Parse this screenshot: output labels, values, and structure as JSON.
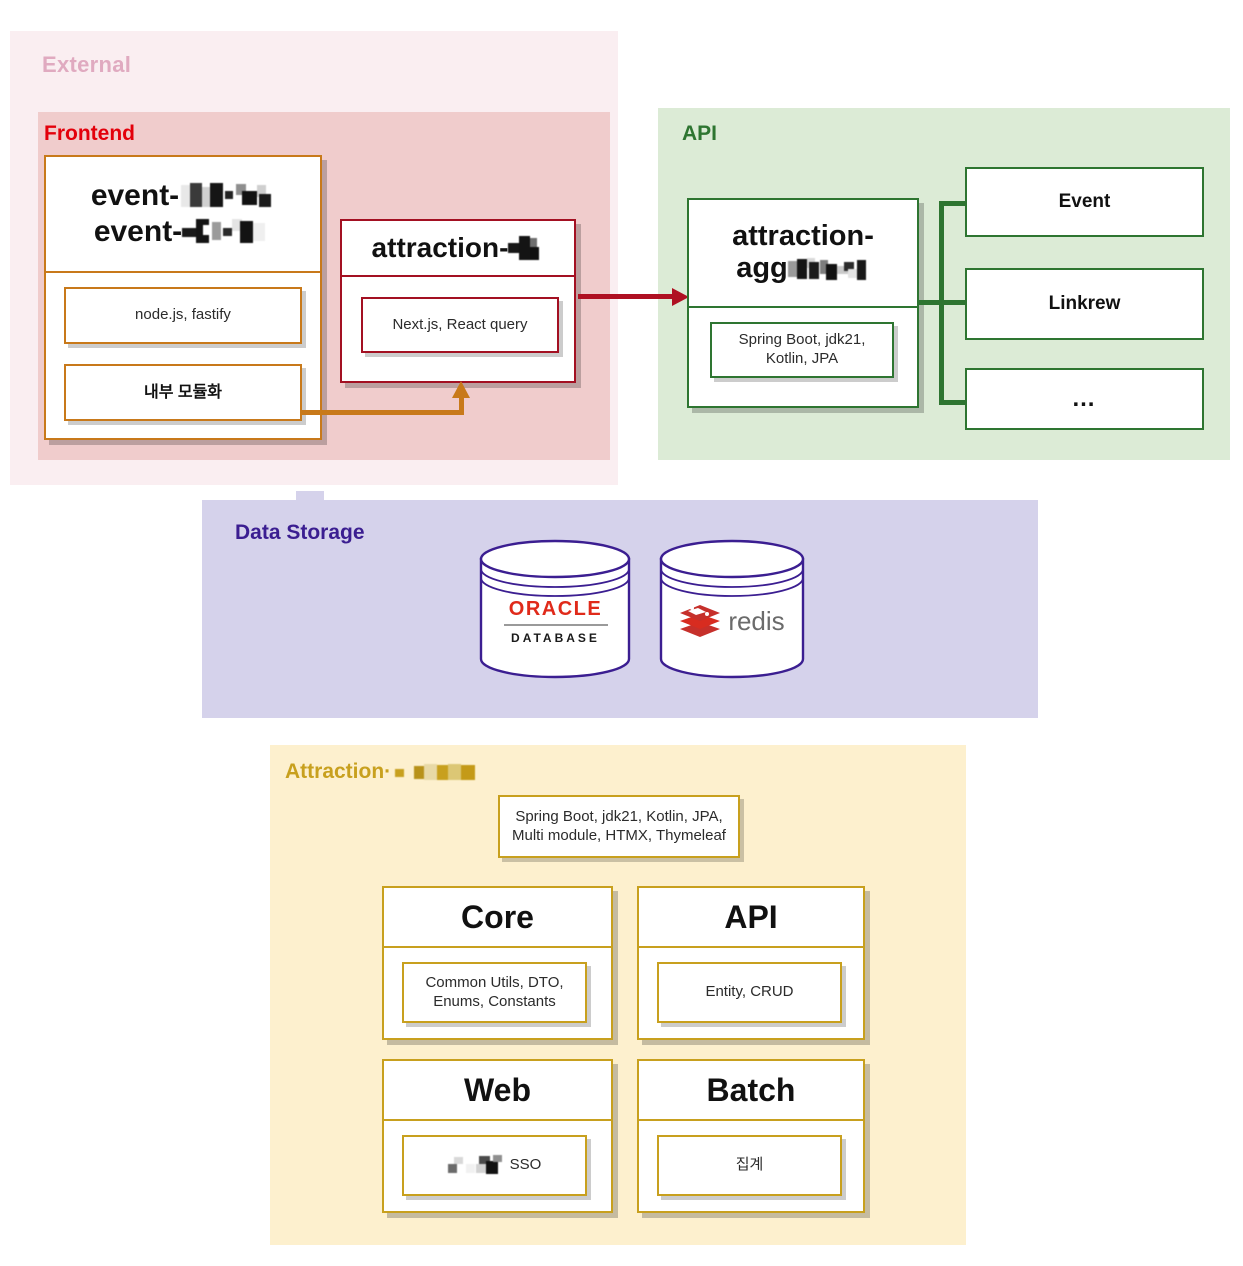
{
  "groups": {
    "external": {
      "label": "External",
      "color": "#E0AAC0",
      "bg": "#FAEEF1"
    },
    "frontend": {
      "label": "Frontend",
      "color": "#E3000B",
      "bg": "#F0CCCC"
    },
    "api": {
      "label": "API",
      "color": "#2E7531",
      "bg": "#DCEBD6"
    },
    "storage": {
      "label": "Data Storage",
      "color": "#3B1E91",
      "bg": "#D5D2EB"
    },
    "attraction": {
      "label_prefix": "Attraction·",
      "label_redacted": "█████",
      "color": "#C8A01E",
      "bg": "#FDF0CE"
    }
  },
  "frontend": {
    "event_service": {
      "title_line1_prefix": "event-",
      "title_line1_redacted": "████",
      "title_line2_prefix": "event-",
      "title_line2_redacted": "████",
      "chips": [
        "node.js, fastify",
        "내부 모듈화"
      ]
    },
    "attraction_web": {
      "title_prefix": "attraction-",
      "title_redacted": "██",
      "chips": [
        "Next.js, React query"
      ]
    }
  },
  "api": {
    "aggregator": {
      "title_line1": "attraction-",
      "title_line2_prefix": "agg",
      "title_line2_redacted": "██████",
      "chips": [
        "Spring Boot, jdk21,\nKotlin, JPA"
      ]
    },
    "consumers": [
      {
        "label": "Event"
      },
      {
        "label": "Linkrew"
      },
      {
        "label": "…"
      }
    ]
  },
  "storage": {
    "databases": [
      {
        "name": "oracle-database",
        "line1": "ORACLE",
        "line2": "DATABASE"
      },
      {
        "name": "redis",
        "label": "redis"
      }
    ]
  },
  "attraction": {
    "stack_chip": "Spring Boot, jdk21, Kotlin, JPA,\nMulti module, HTMX, Thymeleaf",
    "modules": [
      {
        "title": "Core",
        "chip": "Common Utils, DTO,\nEnums, Constants",
        "redacted": false
      },
      {
        "title": "API",
        "chip": "Entity, CRUD",
        "redacted": false
      },
      {
        "title": "Web",
        "chip_prefix": "",
        "chip_redacted": "████",
        "chip_suffix": "SSO",
        "redacted": true
      },
      {
        "title": "Batch",
        "chip": "집계",
        "redacted": false
      }
    ]
  },
  "connectors": {
    "frontend_to_api": {
      "name": "attraction-web-to-aggregator",
      "color": "#AF1022"
    },
    "module_to_web": {
      "name": "internal-module-to-attraction-web",
      "color": "#C8791A"
    },
    "aggregator_to_consumers": {
      "name": "aggregator-fanout",
      "color": "#2E7531"
    }
  }
}
